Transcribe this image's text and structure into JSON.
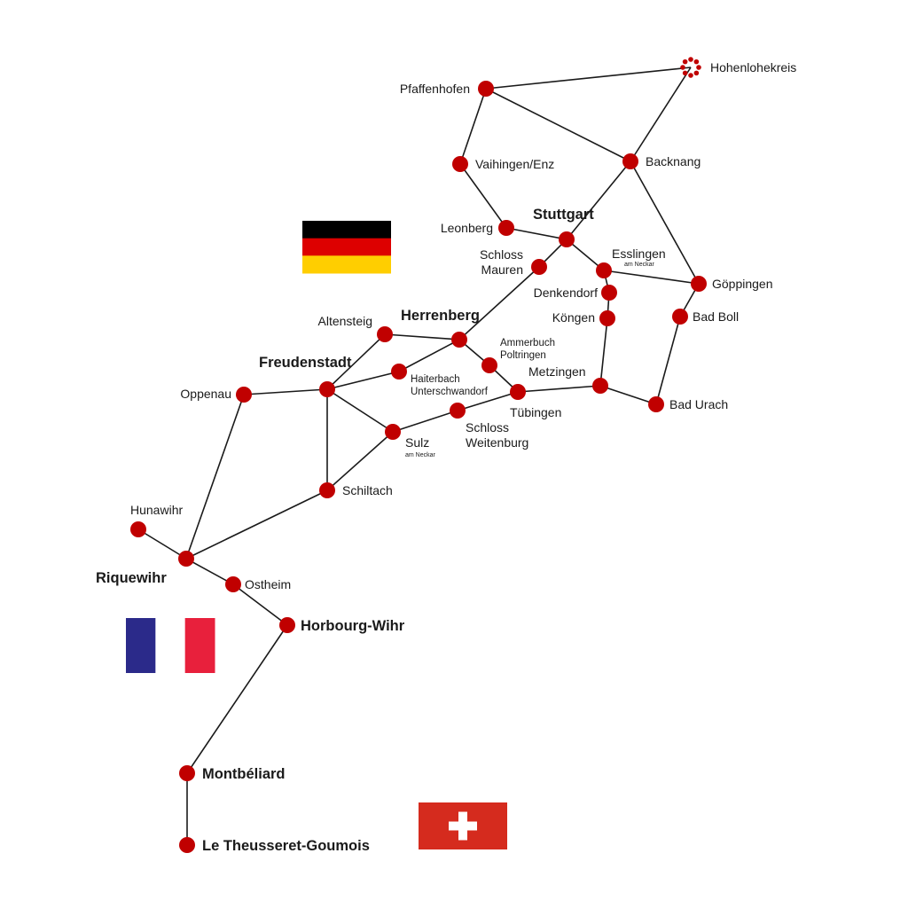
{
  "map": {
    "nodes": [
      {
        "id": "hohenlohekreis",
        "label": "Hohenlohekreis",
        "style": "ring"
      },
      {
        "id": "pfaffenhofen",
        "label": "Pfaffenhofen"
      },
      {
        "id": "vaihingen",
        "label": "Vaihingen/Enz"
      },
      {
        "id": "backnang",
        "label": "Backnang"
      },
      {
        "id": "leonberg",
        "label": "Leonberg"
      },
      {
        "id": "stuttgart",
        "label": "Stuttgart",
        "bold": true
      },
      {
        "id": "schloss-mauren",
        "label": [
          "Schloss",
          "Mauren"
        ]
      },
      {
        "id": "esslingen",
        "label": "Esslingen",
        "sub": "am Neckar"
      },
      {
        "id": "goeppingen",
        "label": "Göppingen"
      },
      {
        "id": "denkendorf",
        "label": "Denkendorf"
      },
      {
        "id": "koengen",
        "label": "Köngen"
      },
      {
        "id": "bad-boll",
        "label": "Bad Boll"
      },
      {
        "id": "altensteig",
        "label": "Altensteig"
      },
      {
        "id": "herrenberg",
        "label": "Herrenberg",
        "bold": true
      },
      {
        "id": "ammerbuch",
        "label": [
          "Ammerbuch",
          "Poltringen"
        ]
      },
      {
        "id": "freudenstadt",
        "label": "Freudenstadt",
        "bold": true
      },
      {
        "id": "haiterbach",
        "label": [
          "Haiterbach",
          "Unterschwandorf"
        ]
      },
      {
        "id": "metzingen",
        "label": "Metzingen"
      },
      {
        "id": "oppenau",
        "label": "Oppenau"
      },
      {
        "id": "tuebingen",
        "label": "Tübingen"
      },
      {
        "id": "bad-urach",
        "label": "Bad Urach"
      },
      {
        "id": "schloss-weitenburg",
        "label": [
          "Schloss",
          "Weitenburg"
        ]
      },
      {
        "id": "sulz",
        "label": "Sulz",
        "sub": "am Neckar"
      },
      {
        "id": "schiltach",
        "label": "Schiltach"
      },
      {
        "id": "hunawihr",
        "label": "Hunawihr"
      },
      {
        "id": "riquewihr",
        "label": "Riquewihr",
        "bold": true
      },
      {
        "id": "ostheim",
        "label": "Ostheim"
      },
      {
        "id": "horbourg-wihr",
        "label": "Horbourg-Wihr",
        "bold": true
      },
      {
        "id": "montbeliard",
        "label": "Montbéliard",
        "bold": true
      },
      {
        "id": "le-theusseret",
        "label": "Le Theusseret-Goumois",
        "bold": true
      }
    ],
    "edges": [
      [
        "pfaffenhofen",
        "hohenlohekreis"
      ],
      [
        "pfaffenhofen",
        "vaihingen"
      ],
      [
        "pfaffenhofen",
        "backnang"
      ],
      [
        "hohenlohekreis",
        "backnang"
      ],
      [
        "vaihingen",
        "leonberg"
      ],
      [
        "leonberg",
        "stuttgart"
      ],
      [
        "backnang",
        "stuttgart"
      ],
      [
        "backnang",
        "goeppingen"
      ],
      [
        "stuttgart",
        "schloss-mauren"
      ],
      [
        "stuttgart",
        "esslingen"
      ],
      [
        "esslingen",
        "goeppingen"
      ],
      [
        "esslingen",
        "denkendorf"
      ],
      [
        "denkendorf",
        "koengen"
      ],
      [
        "koengen",
        "metzingen"
      ],
      [
        "goeppingen",
        "bad-boll"
      ],
      [
        "bad-boll",
        "bad-urach"
      ],
      [
        "metzingen",
        "bad-urach"
      ],
      [
        "schloss-mauren",
        "herrenberg"
      ],
      [
        "altensteig",
        "herrenberg"
      ],
      [
        "altensteig",
        "freudenstadt"
      ],
      [
        "herrenberg",
        "haiterbach"
      ],
      [
        "herrenberg",
        "ammerbuch"
      ],
      [
        "ammerbuch",
        "tuebingen"
      ],
      [
        "tuebingen",
        "metzingen"
      ],
      [
        "haiterbach",
        "freudenstadt"
      ],
      [
        "freudenstadt",
        "oppenau"
      ],
      [
        "freudenstadt",
        "sulz"
      ],
      [
        "freudenstadt",
        "schiltach"
      ],
      [
        "sulz",
        "schloss-weitenburg"
      ],
      [
        "schloss-weitenburg",
        "tuebingen"
      ],
      [
        "sulz",
        "schiltach"
      ],
      [
        "schiltach",
        "riquewihr"
      ],
      [
        "oppenau",
        "riquewihr"
      ],
      [
        "hunawihr",
        "riquewihr"
      ],
      [
        "riquewihr",
        "ostheim"
      ],
      [
        "ostheim",
        "horbourg-wihr"
      ],
      [
        "horbourg-wihr",
        "montbeliard"
      ],
      [
        "montbeliard",
        "le-theusseret"
      ]
    ],
    "flags": [
      {
        "country": "germany",
        "colors": [
          "#000000",
          "#dd0000",
          "#ffce00"
        ]
      },
      {
        "country": "france",
        "colors": [
          "#2b2a8a",
          "#ffffff",
          "#e8203c"
        ]
      },
      {
        "country": "switzerland",
        "colors": [
          "#d52b1e",
          "#ffffff"
        ]
      }
    ],
    "colors": {
      "node": "#c00000",
      "line": "#1a1a1a"
    }
  }
}
